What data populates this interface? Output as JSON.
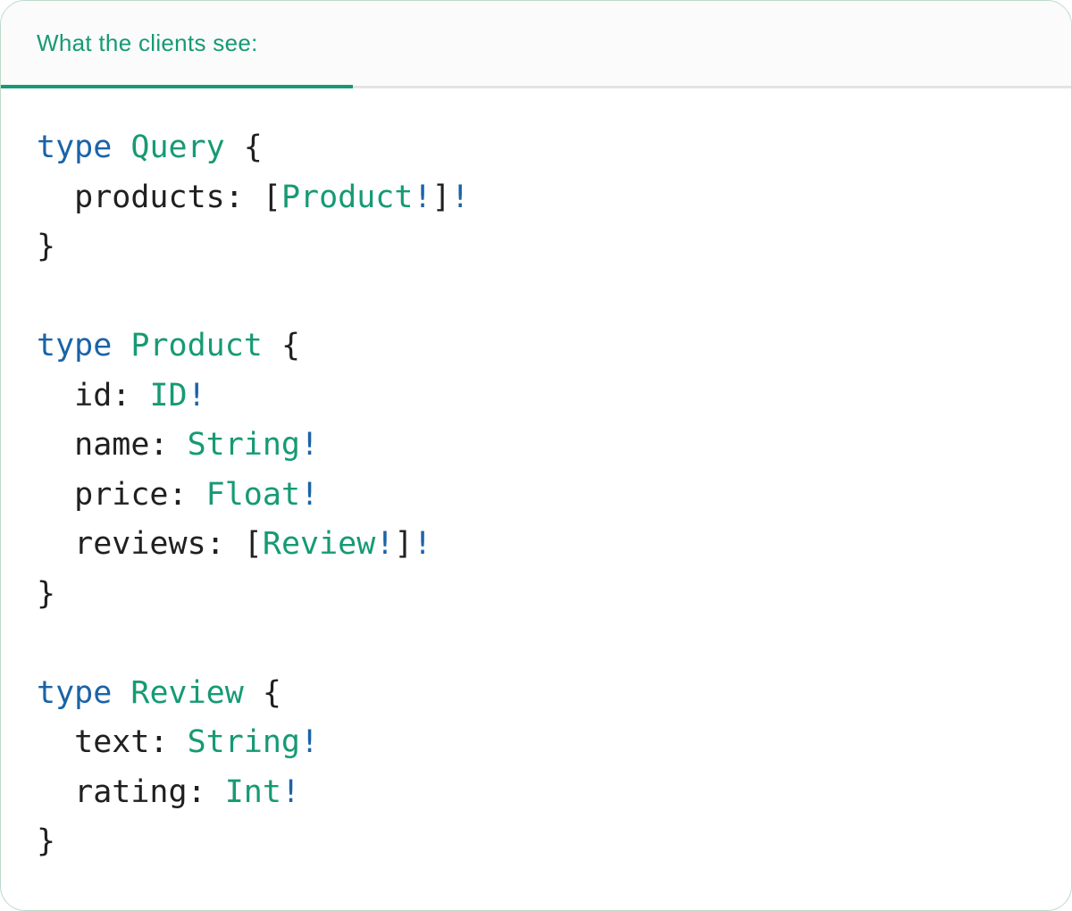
{
  "colors": {
    "accent_green": "#169a74",
    "keyword_blue": "#1b63a7",
    "bang_blue": "#1b63a7",
    "plain_text": "#202020",
    "card_border": "#bcd9c8",
    "tabbar_background": "#fbfbfb",
    "divider_gray": "#e3e3e3"
  },
  "tabbar": {
    "tab": {
      "label": "What the clients see:"
    }
  },
  "code": {
    "language": "graphql",
    "lines": [
      [
        {
          "t": "type",
          "c": "kw"
        },
        {
          "t": " ",
          "c": "pl"
        },
        {
          "t": "Query",
          "c": "ty"
        },
        {
          "t": " {",
          "c": "pl"
        }
      ],
      [
        {
          "t": "  products: [",
          "c": "pl"
        },
        {
          "t": "Product",
          "c": "ty"
        },
        {
          "t": "!",
          "c": "bg"
        },
        {
          "t": "]",
          "c": "pl"
        },
        {
          "t": "!",
          "c": "bg"
        }
      ],
      [
        {
          "t": "}",
          "c": "pl"
        }
      ],
      [],
      [
        {
          "t": "type",
          "c": "kw"
        },
        {
          "t": " ",
          "c": "pl"
        },
        {
          "t": "Product",
          "c": "ty"
        },
        {
          "t": " {",
          "c": "pl"
        }
      ],
      [
        {
          "t": "  id: ",
          "c": "pl"
        },
        {
          "t": "ID",
          "c": "ty"
        },
        {
          "t": "!",
          "c": "bg"
        }
      ],
      [
        {
          "t": "  name: ",
          "c": "pl"
        },
        {
          "t": "String",
          "c": "ty"
        },
        {
          "t": "!",
          "c": "bg"
        }
      ],
      [
        {
          "t": "  price: ",
          "c": "pl"
        },
        {
          "t": "Float",
          "c": "ty"
        },
        {
          "t": "!",
          "c": "bg"
        }
      ],
      [
        {
          "t": "  reviews: [",
          "c": "pl"
        },
        {
          "t": "Review",
          "c": "ty"
        },
        {
          "t": "!",
          "c": "bg"
        },
        {
          "t": "]",
          "c": "pl"
        },
        {
          "t": "!",
          "c": "bg"
        }
      ],
      [
        {
          "t": "}",
          "c": "pl"
        }
      ],
      [],
      [
        {
          "t": "type",
          "c": "kw"
        },
        {
          "t": " ",
          "c": "pl"
        },
        {
          "t": "Review",
          "c": "ty"
        },
        {
          "t": " {",
          "c": "pl"
        }
      ],
      [
        {
          "t": "  text: ",
          "c": "pl"
        },
        {
          "t": "String",
          "c": "ty"
        },
        {
          "t": "!",
          "c": "bg"
        }
      ],
      [
        {
          "t": "  rating: ",
          "c": "pl"
        },
        {
          "t": "Int",
          "c": "ty"
        },
        {
          "t": "!",
          "c": "bg"
        }
      ],
      [
        {
          "t": "}",
          "c": "pl"
        }
      ]
    ]
  }
}
